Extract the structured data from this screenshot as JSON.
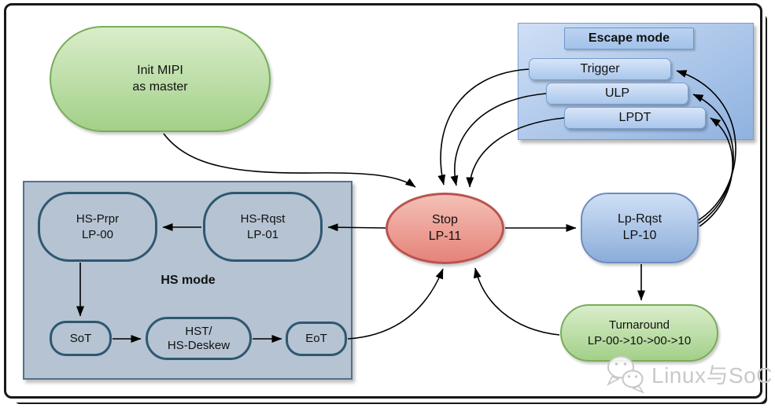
{
  "nodes": {
    "init": "Init MIPI\nas master",
    "stop": "Stop\nLP-11",
    "lp_rqst": "Lp-Rqst\nLP-10",
    "turnaround": "Turnaround\nLP-00->10->00->10",
    "hs_mode_label": "HS mode",
    "hs_prpr": "HS-Prpr\nLP-00",
    "hs_rqst": "HS-Rqst\nLP-01",
    "sot": "SoT",
    "hst": "HST/\nHS-Deskew",
    "eot": "EoT",
    "escape_title": "Escape mode",
    "trigger": "Trigger",
    "ulp": "ULP",
    "lpdt": "LPDT"
  },
  "watermark": {
    "text": "Linux与SoC",
    "icon": "wechat-icon"
  },
  "colors": {
    "green_fill_top": "#d9edca",
    "green_fill_bottom": "#a3d089",
    "green_stroke": "#78ad58",
    "red_fill_top": "#f4c0b6",
    "red_fill_bottom": "#e68379",
    "red_stroke": "#b85450",
    "blue_fill_top": "#d8e5f8",
    "blue_fill_bottom": "#8fb2e0",
    "blue_stroke": "#6c8ebf",
    "hs_panel_fill": "#b5c3d2",
    "hs_state_stroke": "#2e5771",
    "arrow": "#000000",
    "watermark_gray": "#c9c9c9"
  }
}
